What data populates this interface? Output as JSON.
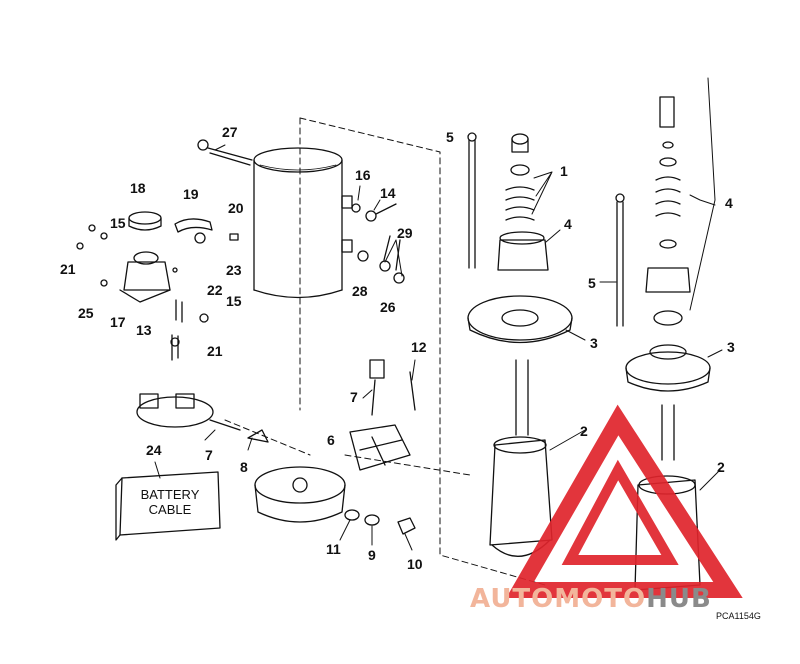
{
  "diagram": {
    "callouts": {
      "c27": "27",
      "c16": "16",
      "c14": "14",
      "c29": "29",
      "c28": "28",
      "c26": "26",
      "c18": "18",
      "c19": "19",
      "c20": "20",
      "c15a": "15",
      "c21a": "21",
      "c23": "23",
      "c22": "22",
      "c25": "25",
      "c17": "17",
      "c15b": "15",
      "c13": "13",
      "c21b": "21",
      "c5a": "5",
      "c1": "1",
      "c4a": "4",
      "c3a": "3",
      "c2a": "2",
      "c4b": "4",
      "c5b": "5",
      "c3b": "3",
      "c2b": "2",
      "c12": "12",
      "c7a": "7",
      "c6": "6",
      "c7b": "7",
      "c8": "8",
      "c24": "24",
      "c11": "11",
      "c9": "9",
      "c10": "10"
    },
    "battery_line1": "BATTERY",
    "battery_line2": "CABLE",
    "figure_code": "PCA1154G",
    "line_color": "#111111"
  },
  "watermark": {
    "text_a": "AUTOMOTO",
    "text_b": "HUB",
    "color_a": "#f2b59b",
    "color_b": "#8a8a8a",
    "triangle_color": "#e0242c"
  }
}
